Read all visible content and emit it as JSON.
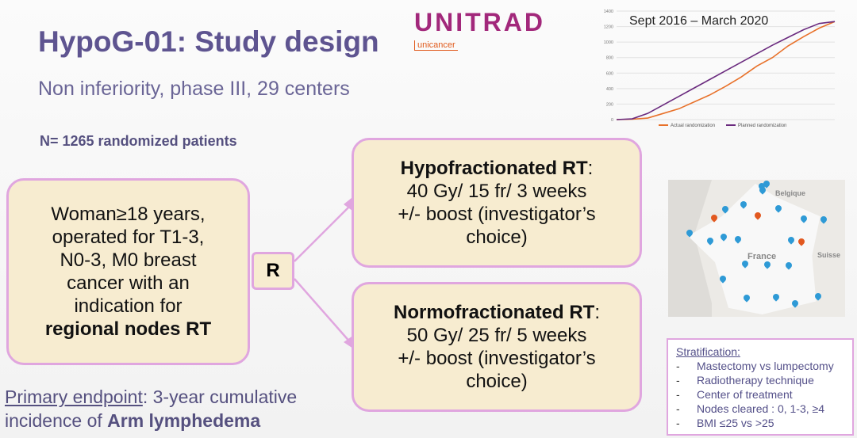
{
  "title": "HypoG-01: Study design",
  "subtitle": "Non inferiority, phase III, 29 centers",
  "n_patients": "N= 1265 randomized patients",
  "eligibility": {
    "lines": [
      "Woman≥18 years,",
      "operated for T1-3,",
      "N0-3, M0 breast",
      "cancer with an",
      "indication for"
    ],
    "bold": "regional nodes RT"
  },
  "randomization_label": "R",
  "arms": [
    {
      "name": "Hypofractionated RT",
      "colon": ":",
      "dose": "40 Gy/ 15 fr/ 3 weeks",
      "boost": "+/- boost (investigator’s",
      "boost2": "choice)"
    },
    {
      "name": "Normofractionated RT",
      "colon": ":",
      "dose": "50 Gy/ 25 fr/ 5 weeks",
      "boost": "+/- boost (investigator’s",
      "boost2": "choice)"
    }
  ],
  "endpoint": {
    "label": "Primary endpoint",
    "text": ": 3-year cumulative",
    "text2": "incidence of ",
    "bold": "Arm lymphedema"
  },
  "logo": {
    "name": "UNITRAD",
    "sub": "unicancer"
  },
  "map": {
    "labels": [
      "France",
      "Belgique",
      "Suisse"
    ],
    "pin_colors": {
      "center": "#2e9ad6",
      "highlight": "#e2581f"
    }
  },
  "stratification": {
    "title": "Stratification:",
    "items": [
      "Mastectomy vs lumpectomy",
      "Radiotherapy technique",
      "Center of treatment",
      "Nodes cleared : 0, 1-3, ≥4",
      "BMI ≤25 vs >25"
    ]
  },
  "chart_data": {
    "type": "line",
    "title": "Sept 2016 – March 2020",
    "ylim": [
      0,
      1400
    ],
    "yticks": [
      0,
      200,
      400,
      600,
      800,
      1000,
      1200,
      1400
    ],
    "grid": true,
    "legend_position": "bottom",
    "x": [
      "2016-09",
      "2016-12",
      "2017-03",
      "2017-06",
      "2017-09",
      "2017-12",
      "2018-03",
      "2018-06",
      "2018-09",
      "2018-12",
      "2019-03",
      "2019-06",
      "2019-09",
      "2019-12",
      "2020-03"
    ],
    "series": [
      {
        "name": "Actual randomization",
        "color": "#e8712a",
        "values": [
          0,
          5,
          20,
          80,
          140,
          230,
          320,
          430,
          550,
          690,
          800,
          950,
          1070,
          1180,
          1265
        ]
      },
      {
        "name": "Planned randomization",
        "color": "#6a2a7e",
        "values": [
          0,
          10,
          80,
          190,
          300,
          410,
          520,
          630,
          740,
          850,
          960,
          1060,
          1160,
          1240,
          1265
        ]
      }
    ]
  }
}
